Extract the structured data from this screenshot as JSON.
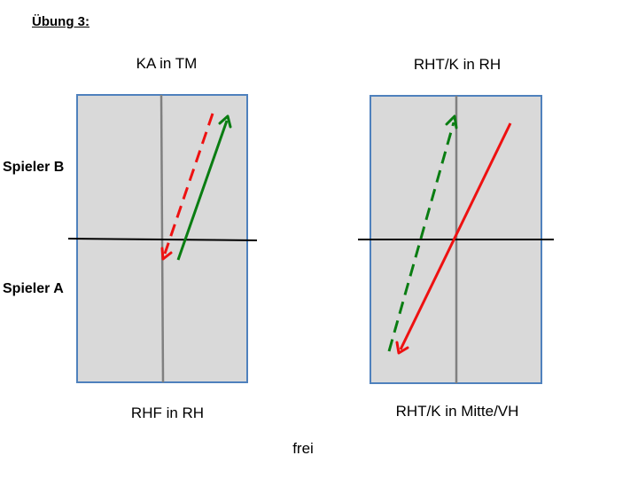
{
  "title": "Übung 3:",
  "players": {
    "b": "Spieler B",
    "a": "Spieler A"
  },
  "left_court": {
    "top_label": "KA in TM",
    "bottom_label": "RHF in RH"
  },
  "right_court": {
    "top_label": "RHT/K in RH",
    "bottom_label": "RHT/K in Mitte/VH"
  },
  "footer": "frei",
  "colors": {
    "court_fill": "#d9d9d9",
    "court_border": "#4f81bd",
    "center_line": "#808080",
    "net": "#000000",
    "green": "#0a7d12",
    "red": "#ee1111"
  }
}
